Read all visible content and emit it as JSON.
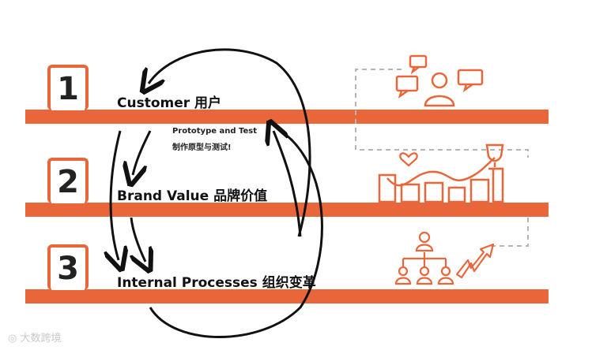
{
  "steps": [
    {
      "number": "1",
      "label": "Customer 用户"
    },
    {
      "number": "2",
      "label": "Brand Value 品牌价值"
    },
    {
      "number": "3",
      "label": "Internal Processes 组织变革"
    }
  ],
  "annotation": {
    "line1": "Prototype and Test",
    "line2": "制作原型与测试!"
  },
  "watermark": "大数跨境",
  "colors": {
    "accent": "#e8663a",
    "ink": "#111111",
    "dashed": "#b5b5b5"
  },
  "icons": [
    "chat-bubbles-user-icon",
    "heart-icon",
    "growth-chart-trophy-icon",
    "org-chart-icon",
    "zigzag-arrow-icon"
  ]
}
